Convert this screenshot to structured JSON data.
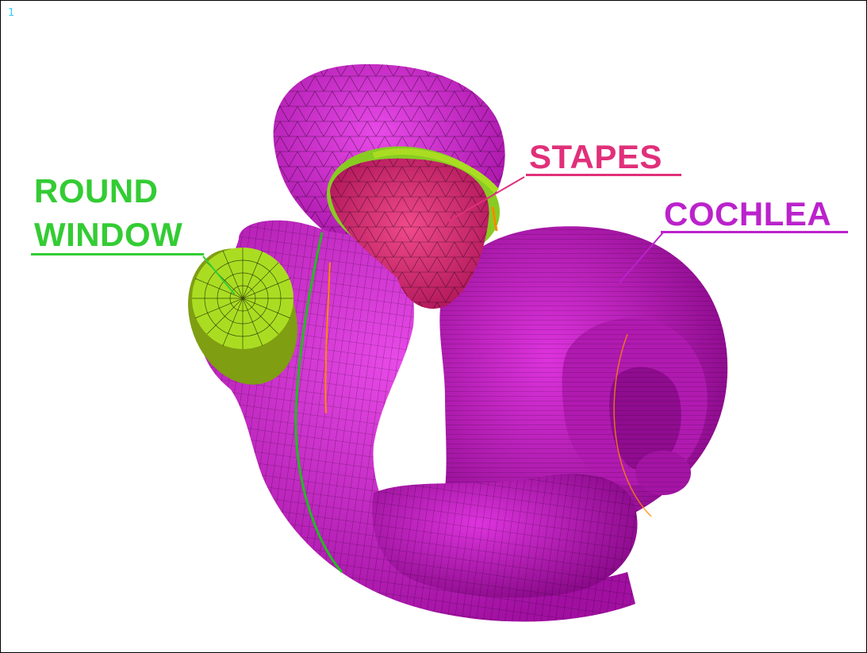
{
  "viewport": {
    "window_number": "1",
    "window_number_color": "#33ccff",
    "border_color": "#000000",
    "background": "#ffffff"
  },
  "model": {
    "cochlea_color": "#cc22cc",
    "stapes_color": "#e0307a",
    "round_window_color": "#aadd22",
    "mesh_line_color": "#000000",
    "seam_color_green": "#22bb22",
    "seam_color_orange": "#ff8800"
  },
  "labels": {
    "stapes": {
      "text": "STAPES",
      "color": "#e0307a"
    },
    "cochlea": {
      "text": "COCHLEA",
      "color": "#bb22cc"
    },
    "round_window_line1": {
      "text": "ROUND",
      "color": "#33cc33"
    },
    "round_window_line2": {
      "text": "WINDOW",
      "color": "#33cc33"
    }
  }
}
